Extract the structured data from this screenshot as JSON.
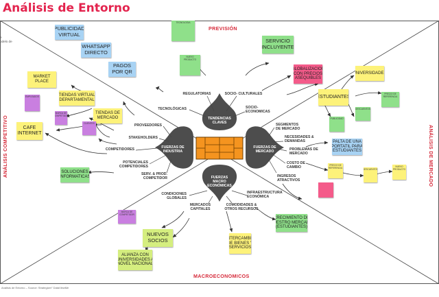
{
  "page": {
    "title": "Análisis de Entorno"
  },
  "footer": "Análisis de Entorno – Source: Strategizer\" DataViewMe",
  "left_crop": [
    "e",
    "odelo de"
  ],
  "categories": {
    "top": "PREVISIÓN",
    "bottom": "MACROECONOMICOS",
    "left": "ANÁLISIS COMPETITIVO",
    "right": "ANÁLISIS DE MERCADO"
  },
  "petals": {
    "top": "TENDENCIAS\nCLAVES",
    "left": "FUERZAS DE\nINDUSTRIA",
    "right": "FUERZAS DE\nMERCADO",
    "bottom": "FUERZAS\nMACRO\nECONÓMICAS"
  },
  "branches": {
    "regulatorias": "REGULATORIAS",
    "socio_culturales": "SOCIO- CULTURALES",
    "tecnologicas": "TECNOLÓGICAS",
    "socio_economicas": "SOCIO-\nECONOMICAS",
    "proveedores": "PROVEEDORES",
    "stakeholders": "STAKEHOLDERS",
    "competidores": "COMPETIDORES",
    "potenciales": "POTENCIALES\nCOMPETIDORES",
    "serv_prod": "SERV. & PROD.\nCOMPETIDOR",
    "segmentos": "SEGMENTOS\nDE MERCADO",
    "necesidades": "NECESIDADES &\nDEMANDAS",
    "problemas": "PROBLEMAS DE\nMERCADO",
    "costo": "COSTO DE\nCAMBIO",
    "ingresos": "INGRESOS\nATRACTIVOS",
    "condiciones": "CONDICIONES\nGLOBALES",
    "mercados": "MERCADOS\nCAPITALES",
    "comodidades": "COMODIDADES &\nOTROS RECURSOS",
    "infraestructura": "INFRAESTRUCTURA\nECONÓMICA"
  },
  "notes": {
    "publicidad": "PUBLICIDAD\nVIRTUAL",
    "whatsapp": "WHATSAPP\nDIRECTO",
    "pagos": "PAGOS\nPOR QR",
    "market": "MARKET\nPLACE",
    "tiendas_virtual": "TIENDAS VIRTUAL\n(DEPARTAMENTAL)",
    "tiendas_mercado": "TIENDAS DE\nMERCADO",
    "cafe": "CAFE\nINTERNET",
    "soluciones": "SOLUCIONES\nINFORMATICAS",
    "nuevos_socios": "NUEVOS\nSOCIOS",
    "alianza": "ALIANZA CON\nUNIVERSIDADES A\nNOVEL NACIONAL",
    "servicio": "SERVICIO\nINCLUYENTE",
    "globalizacion": "GLOBALIZACION\nCON PRECIOS\nASEQUIBLES",
    "universidades": "UNIVERSIDADES",
    "estudiantes": "ESTUDIANTES",
    "palta": "PALTA DE UNA\nPORTATIL PARA\nESTUDIANTES",
    "crecimiento": "CRECIMIENTO DE\nNUESTRO MERCADO\n(ESTUDIANTES)",
    "intercambio": "INTERCAMBIO\nDE BIENES Y\nSERVICIOS",
    "empleados": "EMPLEADOS",
    "clientes": "CLIENTES",
    "marca": "MARCA DE\nCOMPETIDOR",
    "precio_ref": "PRECIO DE\nREFERENCIA",
    "descuentos": "DESCUENTOS",
    "tecnologia": "TECNOLOGIA",
    "nuevo_producto": "NUEVO\nPRODUCTO",
    "publicidad_2": "PUBLICIDAD"
  }
}
